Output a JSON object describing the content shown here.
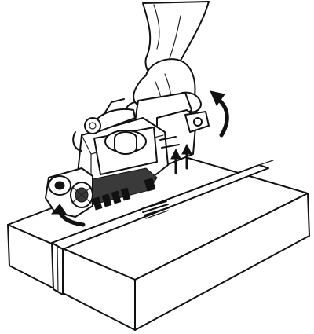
{
  "figure": {
    "subject": "strapping-tool",
    "arrows": [
      "rotate-up-arrow",
      "lift-arrow-1",
      "lift-arrow-2",
      "pull-back-arrow"
    ],
    "stroke_color": "#111111",
    "background_color": "#ffffff"
  }
}
